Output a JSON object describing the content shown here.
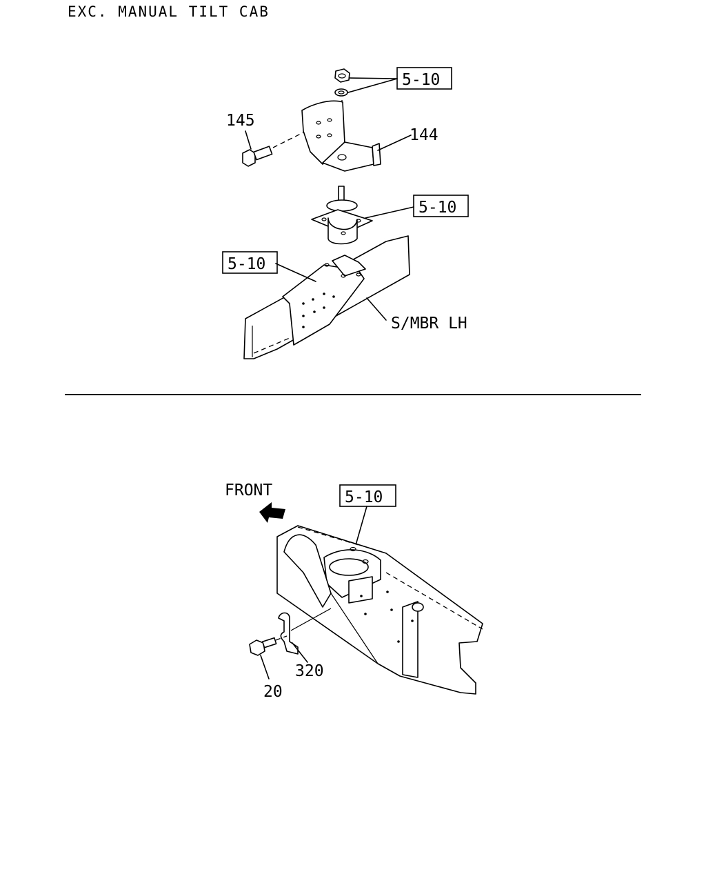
{
  "title": "EXC. MANUAL TILT CAB",
  "upper_view": {
    "ref_nut_washer": "5-10",
    "ref_mount": "5-10",
    "ref_bracket": "5-10",
    "part_bolt": "145",
    "part_bracket": "144",
    "member_label": "S/MBR LH"
  },
  "lower_view": {
    "direction_label": "FRONT",
    "ref_cab_mount": "5-10",
    "part_clip": "320",
    "part_bolt": "20"
  },
  "colors": {
    "ink": "#000000",
    "paper": "#ffffff"
  }
}
